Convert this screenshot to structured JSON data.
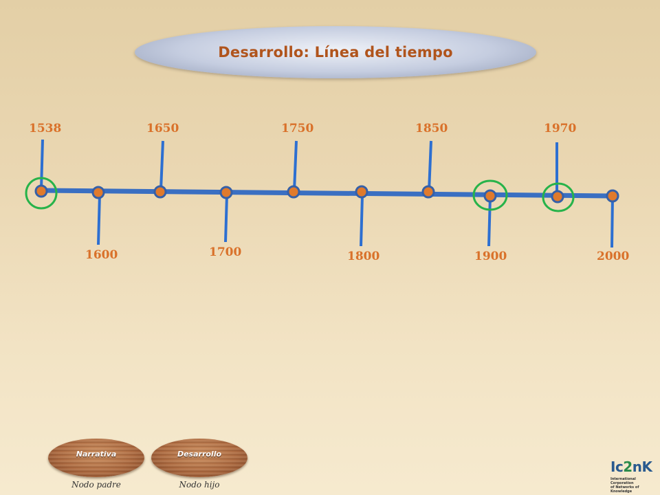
{
  "title": "Desarrollo: Línea del tiempo",
  "timeline": {
    "top_years": [
      "1538",
      "1650",
      "1750",
      "1850",
      "1970"
    ],
    "bottom_years": [
      "1600",
      "1700",
      "1800",
      "1900",
      "2000"
    ],
    "highlighted_years": [
      "1538",
      "1900",
      "1970"
    ]
  },
  "nav": {
    "parent_button": "Narrativa",
    "child_button": "Desarrollo",
    "parent_caption": "Nodo padre",
    "child_caption": "Nodo hijo"
  },
  "logo": {
    "main_left": "Ic",
    "main_mid": "2",
    "main_right": "nK",
    "sub_line1": "International Corporation",
    "sub_line2": "of Networks of Knowledge"
  },
  "colors": {
    "axis": "#3a6fc2",
    "node_fill": "#e07a2c",
    "node_stroke": "#3560a8",
    "highlight": "#27b34a",
    "year_text": "#d9712a",
    "title_text": "#b0541c"
  }
}
